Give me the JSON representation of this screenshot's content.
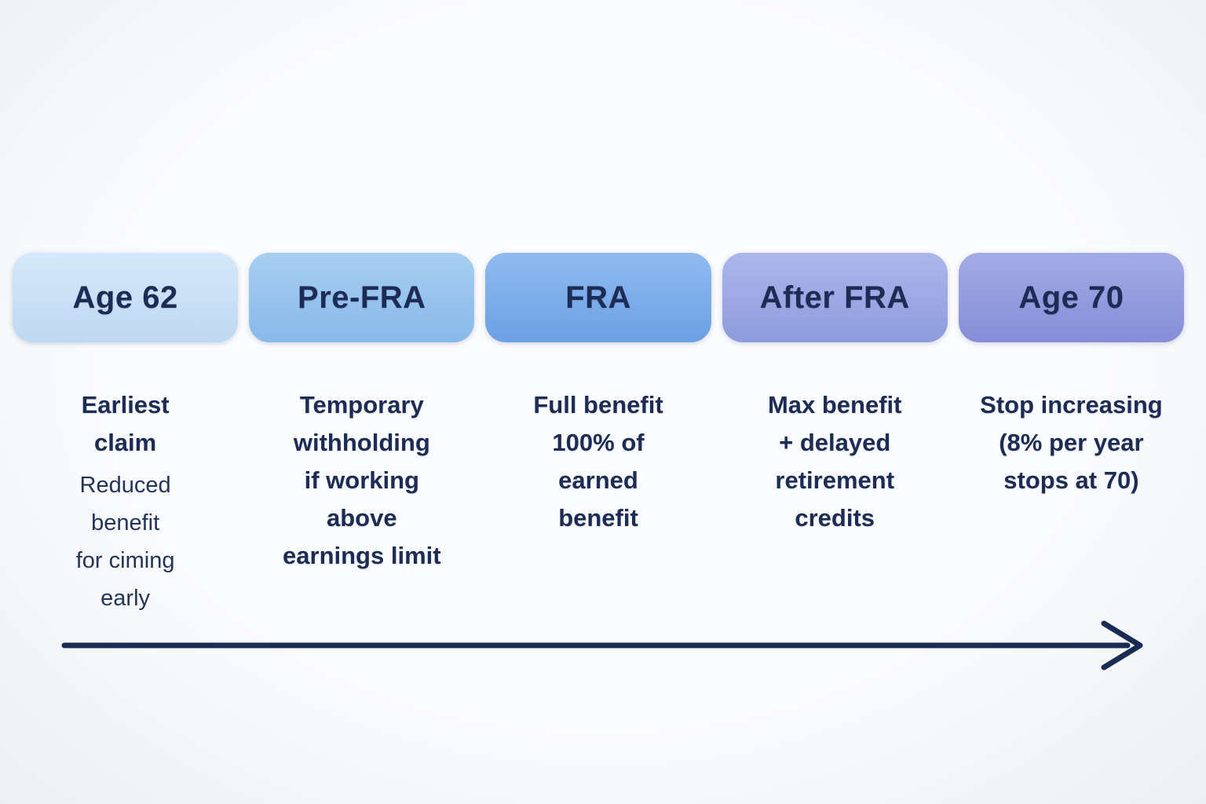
{
  "diagram": {
    "type": "timeline",
    "subject": "Social Security claiming ages and benefit outcomes",
    "background": "#f6f7f9",
    "text_color": "#1d2c55",
    "arrow_color": "#1b2c54"
  },
  "columns": [
    {
      "label": "Age 62",
      "color": "#c8e2f9",
      "desc_bold": "Earliest\nclaim",
      "desc_regular": "Reduced\nbenefit\nfor ciming\nearly"
    },
    {
      "label": "Pre-FRA",
      "color": "#8ec1f0",
      "desc_bold": "Temporary\nwithholding\nif working\nabove\nearnings limit",
      "desc_regular": ""
    },
    {
      "label": "FRA",
      "color": "#70a7eb",
      "desc_bold": "Full benefit\n100% of\nearned\nbenefit",
      "desc_regular": ""
    },
    {
      "label": "After FRA",
      "color": "#94a2e4",
      "desc_bold": "Max benefit\n+ delayed\nretirement\ncredits",
      "desc_regular": ""
    },
    {
      "label": "Age 70",
      "color": "#8b93de",
      "desc_bold": "Stop increasing\n(8% per year\nstops at 70)",
      "desc_regular": ""
    }
  ]
}
